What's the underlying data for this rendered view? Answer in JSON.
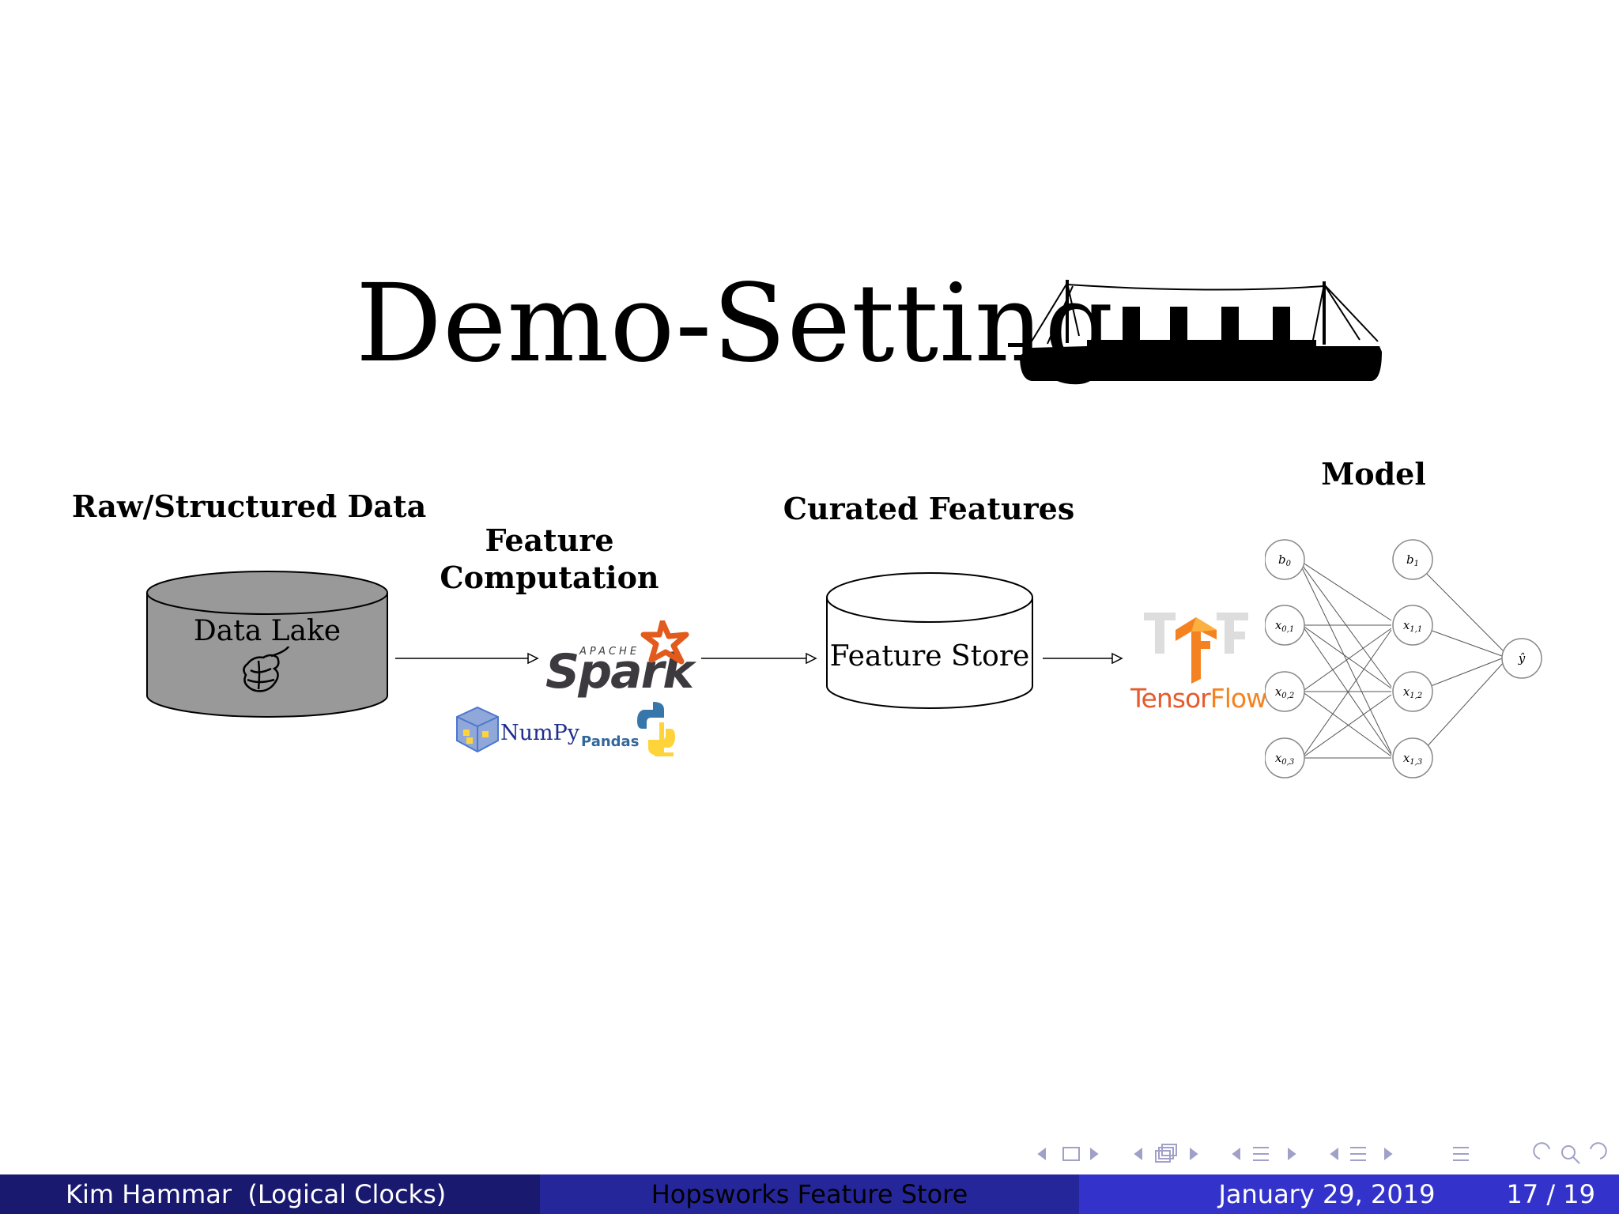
{
  "slide": {
    "title": "Demo-Setting",
    "stages": {
      "raw": "Raw/Structured Data",
      "feature_computation": "Feature\nComputation",
      "curated": "Curated Features",
      "model": "Model"
    },
    "data_lake_label": "Data Lake",
    "feature_store_label": "Feature Store",
    "logos": {
      "spark_apache": "APACHE",
      "spark": "Spark",
      "numpy": "NumPy",
      "pandas": "Pandas",
      "tensorflow_tensor": "Tensor",
      "tensorflow_flow": "Flow"
    },
    "network": {
      "input_nodes": [
        "b",
        "x",
        "x",
        "x"
      ],
      "input_subs": [
        "0",
        "0,1",
        "0,2",
        "0,3"
      ],
      "hidden_nodes": [
        "b",
        "x",
        "x",
        "x"
      ],
      "hidden_subs": [
        "1",
        "1,1",
        "1,2",
        "1,3"
      ],
      "output_node": "ŷ"
    }
  },
  "footer": {
    "author": "Kim Hammar  (Logical Clocks)",
    "talk_title": "Hopsworks Feature Store",
    "date": "January 29, 2019",
    "page": "17 / 19"
  },
  "colors": {
    "footer_left": "#191970",
    "footer_mid": "#26269b",
    "footer_right": "#3333cc",
    "data_lake_fill": "#999999",
    "spark_orange": "#e25a1c",
    "tensorflow_orange": "#f58220"
  }
}
